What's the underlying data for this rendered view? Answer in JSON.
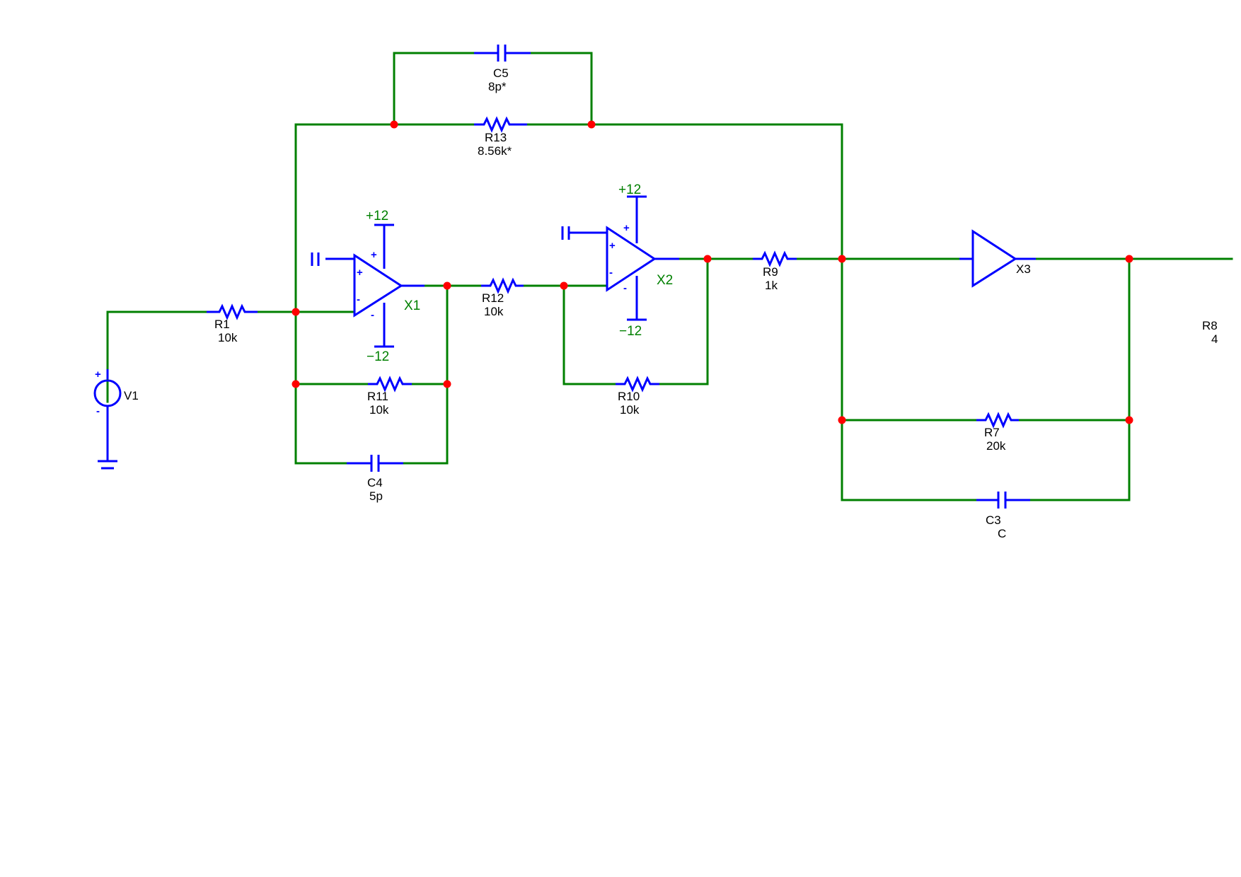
{
  "colors": {
    "wire": "#008000",
    "component": "#0000ff",
    "junction": "#ff0000",
    "label": "#000000",
    "net_label": "#008000"
  },
  "components": {
    "r1": {
      "name": "R1",
      "value": "10k"
    },
    "r11": {
      "name": "R11",
      "value": "10k"
    },
    "c4": {
      "name": "C4",
      "value": "5p"
    },
    "r13": {
      "name": "R13",
      "value": "8.56k*"
    },
    "c5": {
      "name": "C5",
      "value": "8p*"
    },
    "r12": {
      "name": "R12",
      "value": "10k"
    },
    "r10": {
      "name": "R10",
      "value": "10k"
    },
    "r9": {
      "name": "R9",
      "value": "1k"
    },
    "r7": {
      "name": "R7",
      "value": "20k"
    },
    "c3": {
      "name": "C3",
      "value": "C"
    },
    "r8": {
      "name": "R8",
      "value": "4"
    },
    "v1": {
      "name": "V1"
    },
    "x1": {
      "name": "X1",
      "vpos": "+12",
      "vneg": "−12"
    },
    "x2": {
      "name": "X2",
      "vpos": "+12",
      "vneg": "−12"
    },
    "x3": {
      "name": "X3"
    }
  },
  "pin_marks": {
    "plus": "+",
    "minus": "-"
  },
  "icons": {
    "ground": "ground-symbol-icon",
    "source": "voltage-source-icon",
    "opamp": "opamp-triangle-icon",
    "buffer": "buffer-triangle-icon"
  }
}
